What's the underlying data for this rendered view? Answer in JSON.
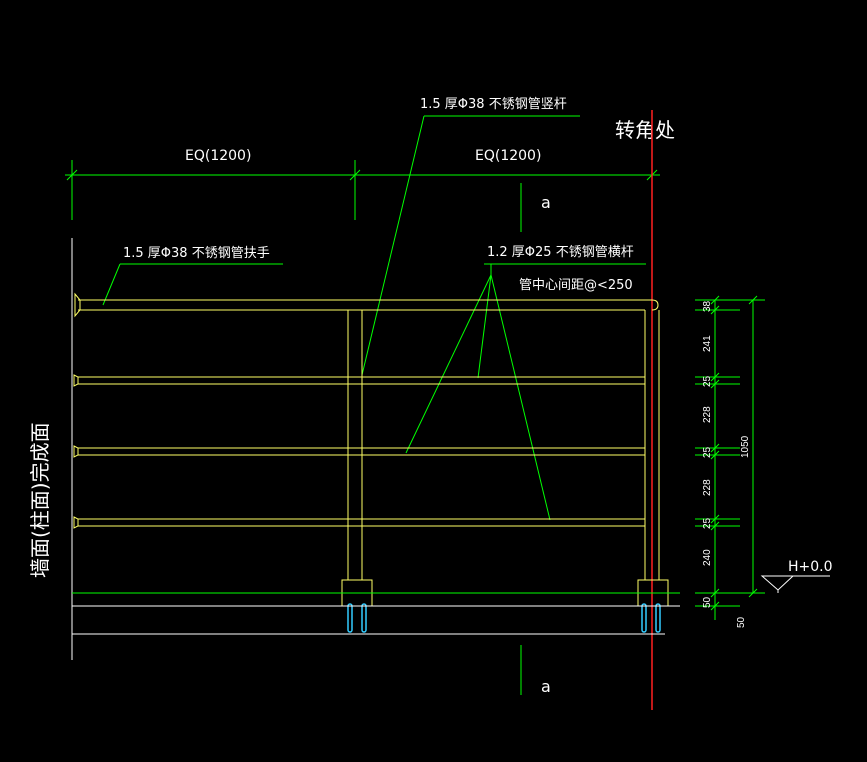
{
  "colors": {
    "background": "#000000",
    "rail": "#ffff66",
    "leader": "#00ff00",
    "dimension": "#00ff00",
    "text": "#ffffff",
    "red_line": "#ff2020",
    "clip": "#33ccff",
    "ground": "#ffffff"
  },
  "labels": {
    "top_dim_left": "EQ(1200)",
    "top_dim_right": "EQ(1200)",
    "corner": "转角处",
    "post_callout": "1.5 厚Φ38 不锈钢管竖杆",
    "handrail_callout": "1.5 厚Φ38 不锈钢管扶手",
    "rail_callout": "1.2 厚Φ25 不锈钢管横杆",
    "rail_spacing": "管中心间距@<250",
    "section_top": "a",
    "section_bottom": "a",
    "wall_face": "墙面(柱面)完成面",
    "elevation_mark": "H+0.0",
    "total_height": "1050",
    "base_offset": "50"
  },
  "vertical_dims": [
    "38",
    "241",
    "25",
    "228",
    "25",
    "228",
    "25",
    "240",
    "50"
  ]
}
